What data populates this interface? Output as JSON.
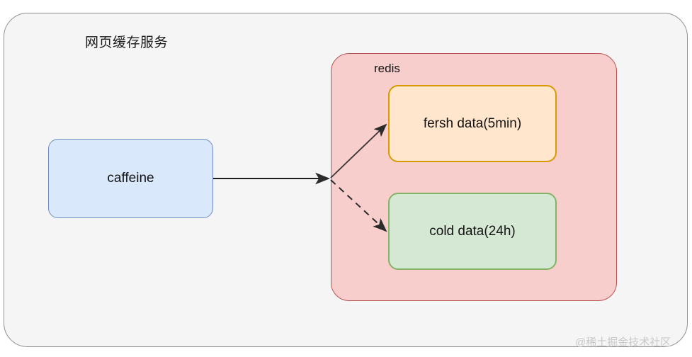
{
  "diagram": {
    "outer_container": {
      "label": "网页缓存服务",
      "fill": "#f5f5f5",
      "stroke": "#8f8f8f"
    },
    "redis_container": {
      "label": "redis",
      "fill": "#f8cecc",
      "stroke": "#b85450"
    },
    "nodes": [
      {
        "id": "caffeine",
        "label": "caffeine",
        "fill": "#dae8fc",
        "stroke": "#6c8ebf"
      },
      {
        "id": "fresh-data",
        "label": "fersh data(5min)",
        "fill": "#ffe6cc",
        "stroke": "#d79b00"
      },
      {
        "id": "cold-data",
        "label": "cold data(24h)",
        "fill": "#d5e8d4",
        "stroke": "#82b366"
      }
    ],
    "edges": [
      {
        "id": "caffeine-to-redis",
        "from": "caffeine",
        "to": "redis",
        "style": "solid",
        "label": ""
      },
      {
        "id": "redis-to-fresh-data",
        "from": "redis",
        "to": "fresh-data",
        "style": "solid",
        "label": ""
      },
      {
        "id": "redis-to-cold-data",
        "from": "redis",
        "to": "cold-data",
        "style": "dashed",
        "label": ""
      }
    ],
    "edge_color": "#4d4d4d"
  },
  "watermark": {
    "text": "@稀土掘金技术社区"
  }
}
